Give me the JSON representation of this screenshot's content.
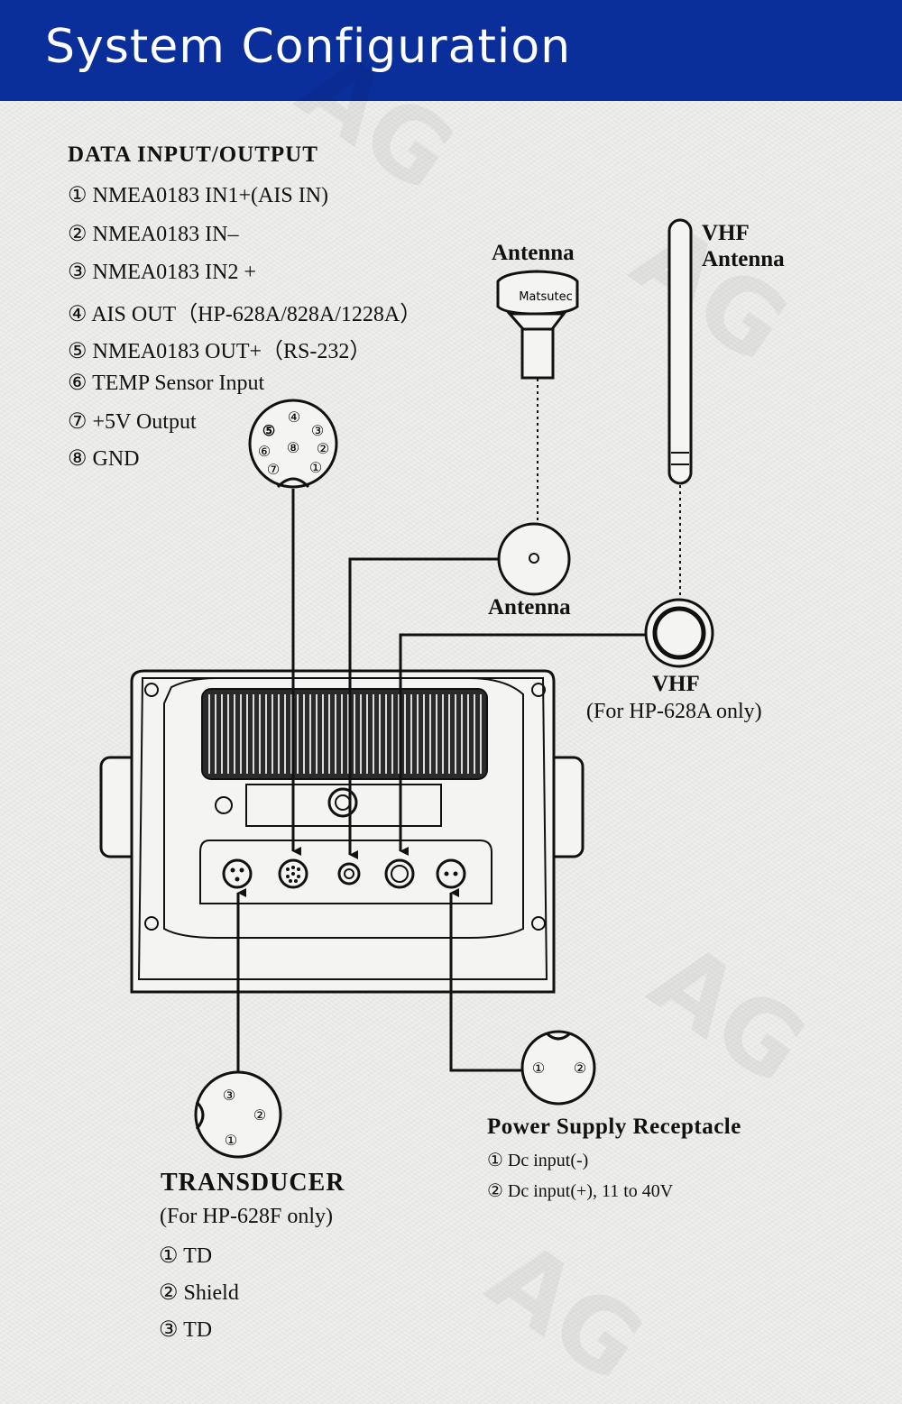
{
  "header": {
    "title": "System Configuration",
    "color": "#0b2f9a"
  },
  "data_io": {
    "heading": "DATA INPUT/OUTPUT",
    "items": [
      "① NMEA0183 IN1+(AIS IN)",
      "② NMEA0183 IN–",
      "③ NMEA0183 IN2 +",
      "④ AIS OUT（HP-628A/828A/1228A）",
      "⑤ NMEA0183 OUT+（RS-232）",
      "⑥ TEMP Sensor Input",
      "⑦ +5V Output",
      "⑧ GND"
    ],
    "connector_pins": [
      "④",
      "⑤",
      "③",
      "⑥",
      "⑧",
      "②",
      "⑦",
      "①"
    ]
  },
  "gps_antenna": {
    "top_label": "Antenna",
    "brand": "Matsutec",
    "connector_label": "Antenna"
  },
  "vhf_antenna": {
    "label_line1": "VHF",
    "label_line2": "Antenna",
    "connector_label": "VHF",
    "connector_note": "(For HP-628A only)"
  },
  "transducer": {
    "title": "TRANSDUCER",
    "note": "(For HP-628F only)",
    "items": [
      "① TD",
      "② Shield",
      "③ TD"
    ],
    "connector_pins": [
      "③",
      "②",
      "①"
    ]
  },
  "power": {
    "title": "Power  Supply  Receptacle",
    "items": [
      "① Dc input(-)",
      "② Dc input(+), 11 to 40V"
    ],
    "connector_pins": [
      "①",
      "②"
    ]
  },
  "watermark": "AG"
}
